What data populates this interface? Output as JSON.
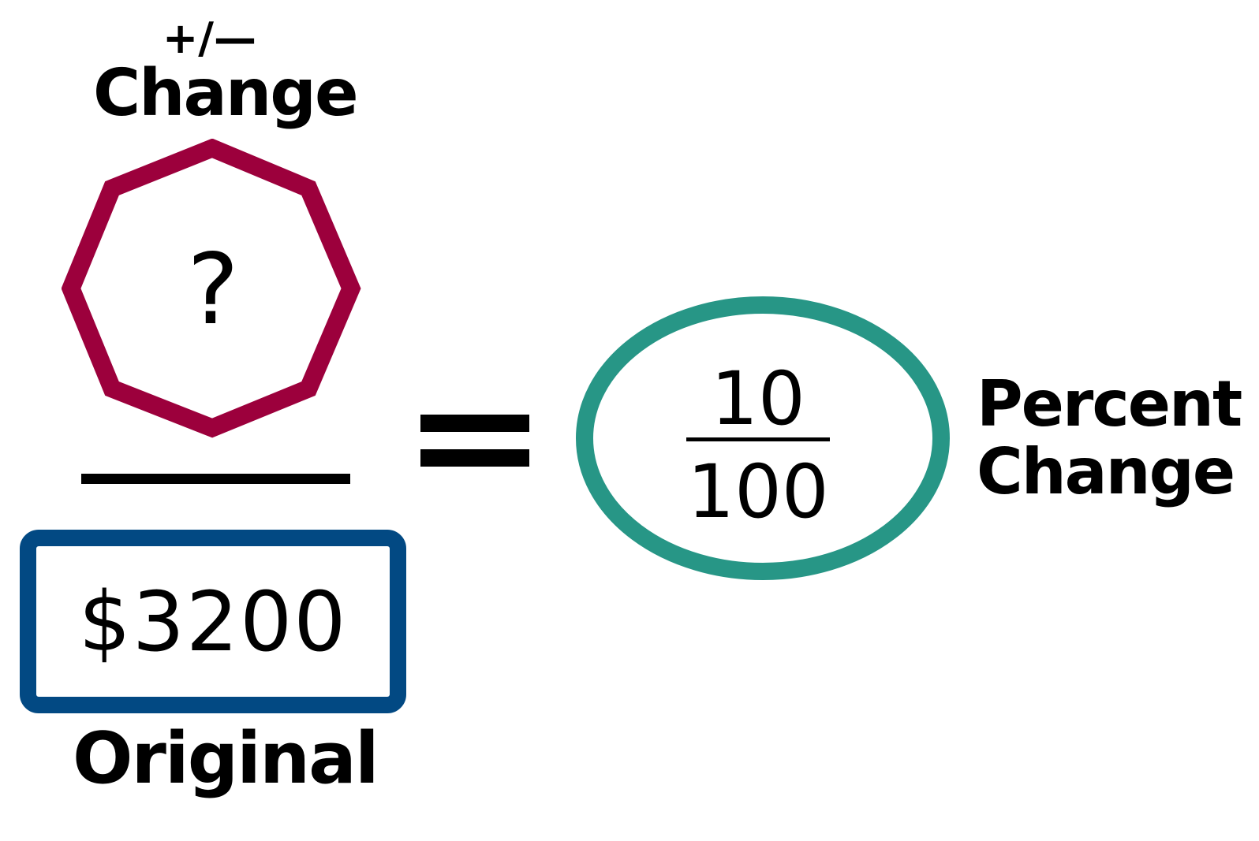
{
  "change": {
    "sign": "+/—",
    "label": "Change"
  },
  "octagon": {
    "symbol": "?",
    "color": "#9c003c"
  },
  "original": {
    "value": "$3200",
    "label": "Original",
    "box_color": "#024983"
  },
  "equals": "=",
  "fraction": {
    "numerator": "10",
    "denominator": "100",
    "ellipse_color": "#279686"
  },
  "percent_change": {
    "line1": "Percent",
    "line2": "Change"
  }
}
